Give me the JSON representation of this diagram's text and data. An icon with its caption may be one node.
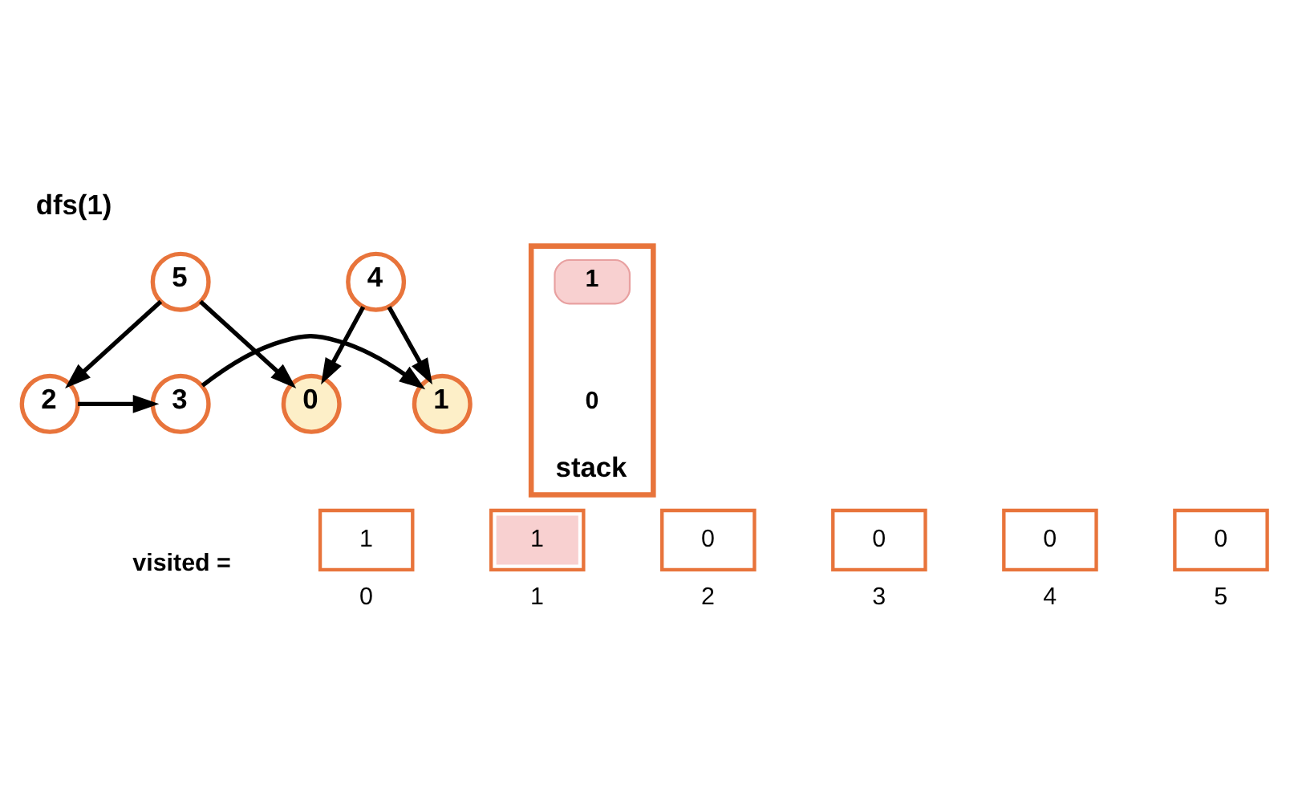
{
  "diagram": {
    "title": "dfs(1)",
    "nodes": [
      {
        "text": [
          "5"
        ]
      },
      {
        "text": [
          "0"
        ]
      },
      {
        "text": [
          "4"
        ]
      },
      {
        "text": [
          "2"
        ]
      },
      {
        "text": [
          "3"
        ]
      },
      {
        "text": [
          "1"
        ]
      },
      {
        "text": [
          "stack"
        ]
      },
      {
        "text": [
          "1"
        ],
        "in": 6
      },
      {
        "text": [
          "0"
        ],
        "in": 6
      },
      {
        "text": [
          "visited ="
        ]
      },
      {
        "text": [
          "1"
        ],
        "beside": [
          "0"
        ]
      },
      {
        "text": [
          "1"
        ],
        "beside": [
          "1"
        ]
      },
      {
        "text": [
          "0"
        ],
        "beside": [
          "2"
        ]
      },
      {
        "text": [
          "0"
        ],
        "beside": [
          "3"
        ]
      },
      {
        "text": [
          "0"
        ],
        "beside": [
          "4"
        ]
      },
      {
        "text": [
          "0"
        ],
        "beside": [
          "5"
        ]
      }
    ],
    "edges": [
      {
        "from": 0,
        "to": 1,
        "arrow": "to"
      },
      {
        "from": 2,
        "to": 1,
        "arrow": "to"
      },
      {
        "from": 0,
        "to": 3,
        "arrow": "to"
      },
      {
        "from": 2,
        "to": 5,
        "arrow": "to"
      },
      {
        "from": 3,
        "to": 4,
        "arrow": "to"
      },
      {
        "from": 4,
        "to": 5,
        "arrow": "to"
      }
    ]
  }
}
